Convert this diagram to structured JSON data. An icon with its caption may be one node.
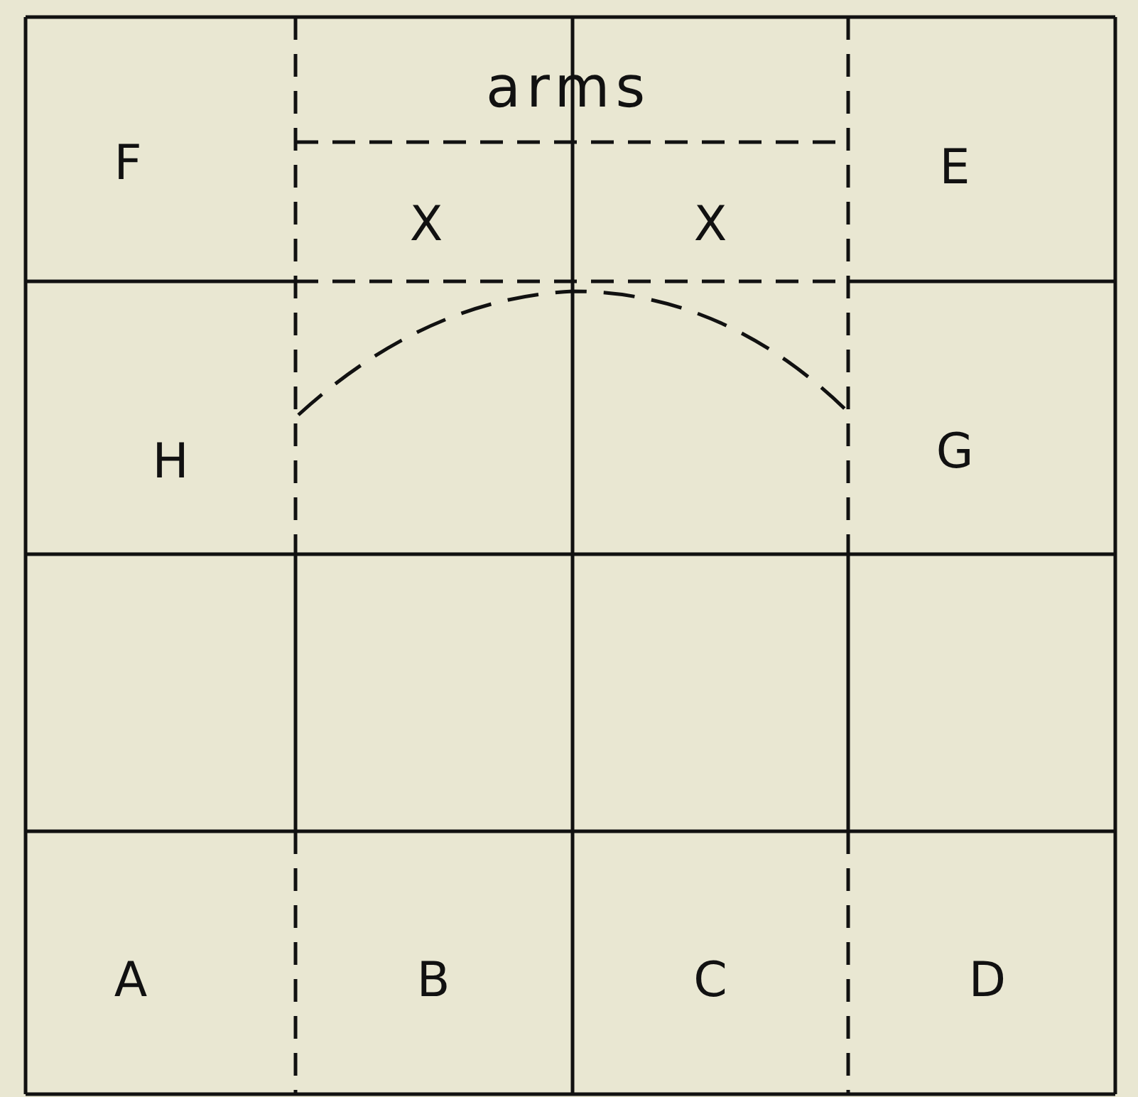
{
  "diagram": {
    "labels": [
      "arms",
      "F",
      "E",
      "X",
      "X",
      "H",
      "G",
      "A",
      "B",
      "C",
      "D"
    ]
  }
}
